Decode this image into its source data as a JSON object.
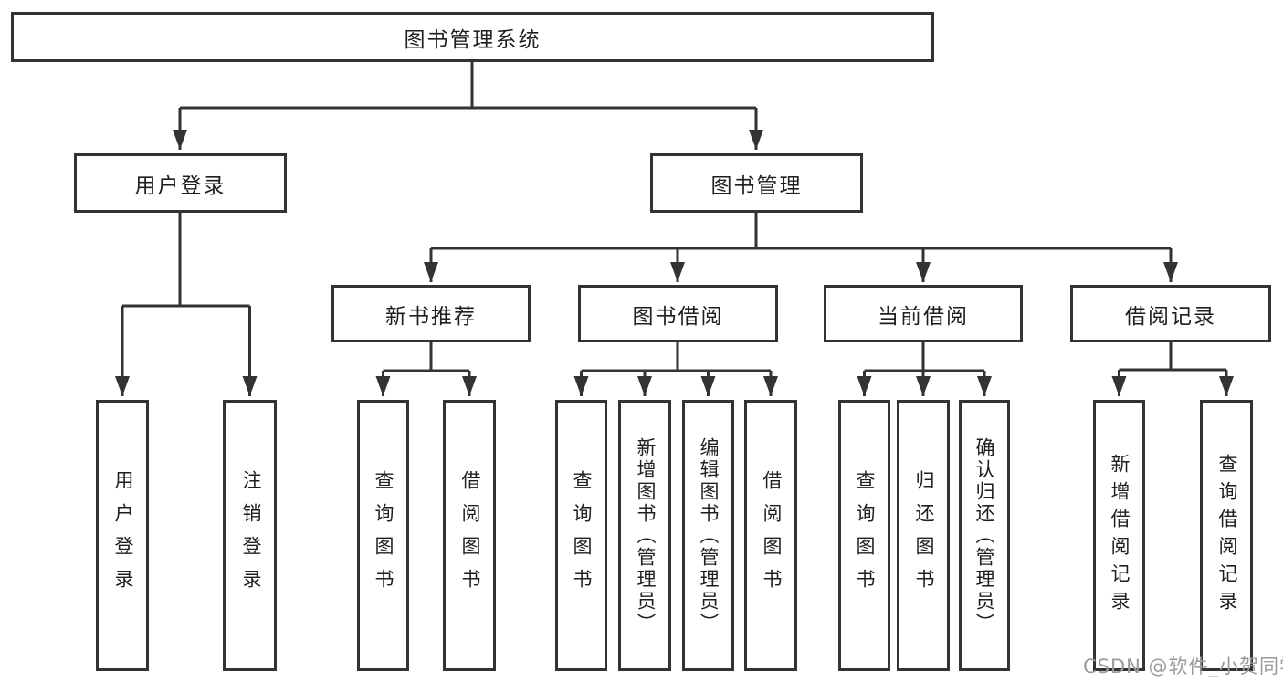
{
  "tree": {
    "root": {
      "label": "图书管理系统",
      "children": [
        {
          "label": "用户登录",
          "children": [
            {
              "label": "用户登录"
            },
            {
              "label": "注销登录"
            }
          ]
        },
        {
          "label": "图书管理",
          "children": [
            {
              "label": "新书推荐",
              "children": [
                {
                  "label": "查询图书"
                },
                {
                  "label": "借阅图书"
                }
              ]
            },
            {
              "label": "图书借阅",
              "children": [
                {
                  "label": "查询图书"
                },
                {
                  "label": "新增图书（管理员）"
                },
                {
                  "label": "编辑图书（管理员）"
                },
                {
                  "label": "借阅图书"
                }
              ]
            },
            {
              "label": "当前借阅",
              "children": [
                {
                  "label": "查询图书"
                },
                {
                  "label": "归还图书"
                },
                {
                  "label": "确认归还（管理员）"
                }
              ]
            },
            {
              "label": "借阅记录",
              "children": [
                {
                  "label": "新增借阅记录"
                },
                {
                  "label": "查询借阅记录"
                }
              ]
            }
          ]
        }
      ]
    }
  },
  "watermark": {
    "text": "CSDN @软件_小贺同学"
  },
  "style": {
    "line_color": "#333333",
    "text_color": "#1f1f1f",
    "watermark_color": "#9b9b9b",
    "background": "#ffffff"
  }
}
